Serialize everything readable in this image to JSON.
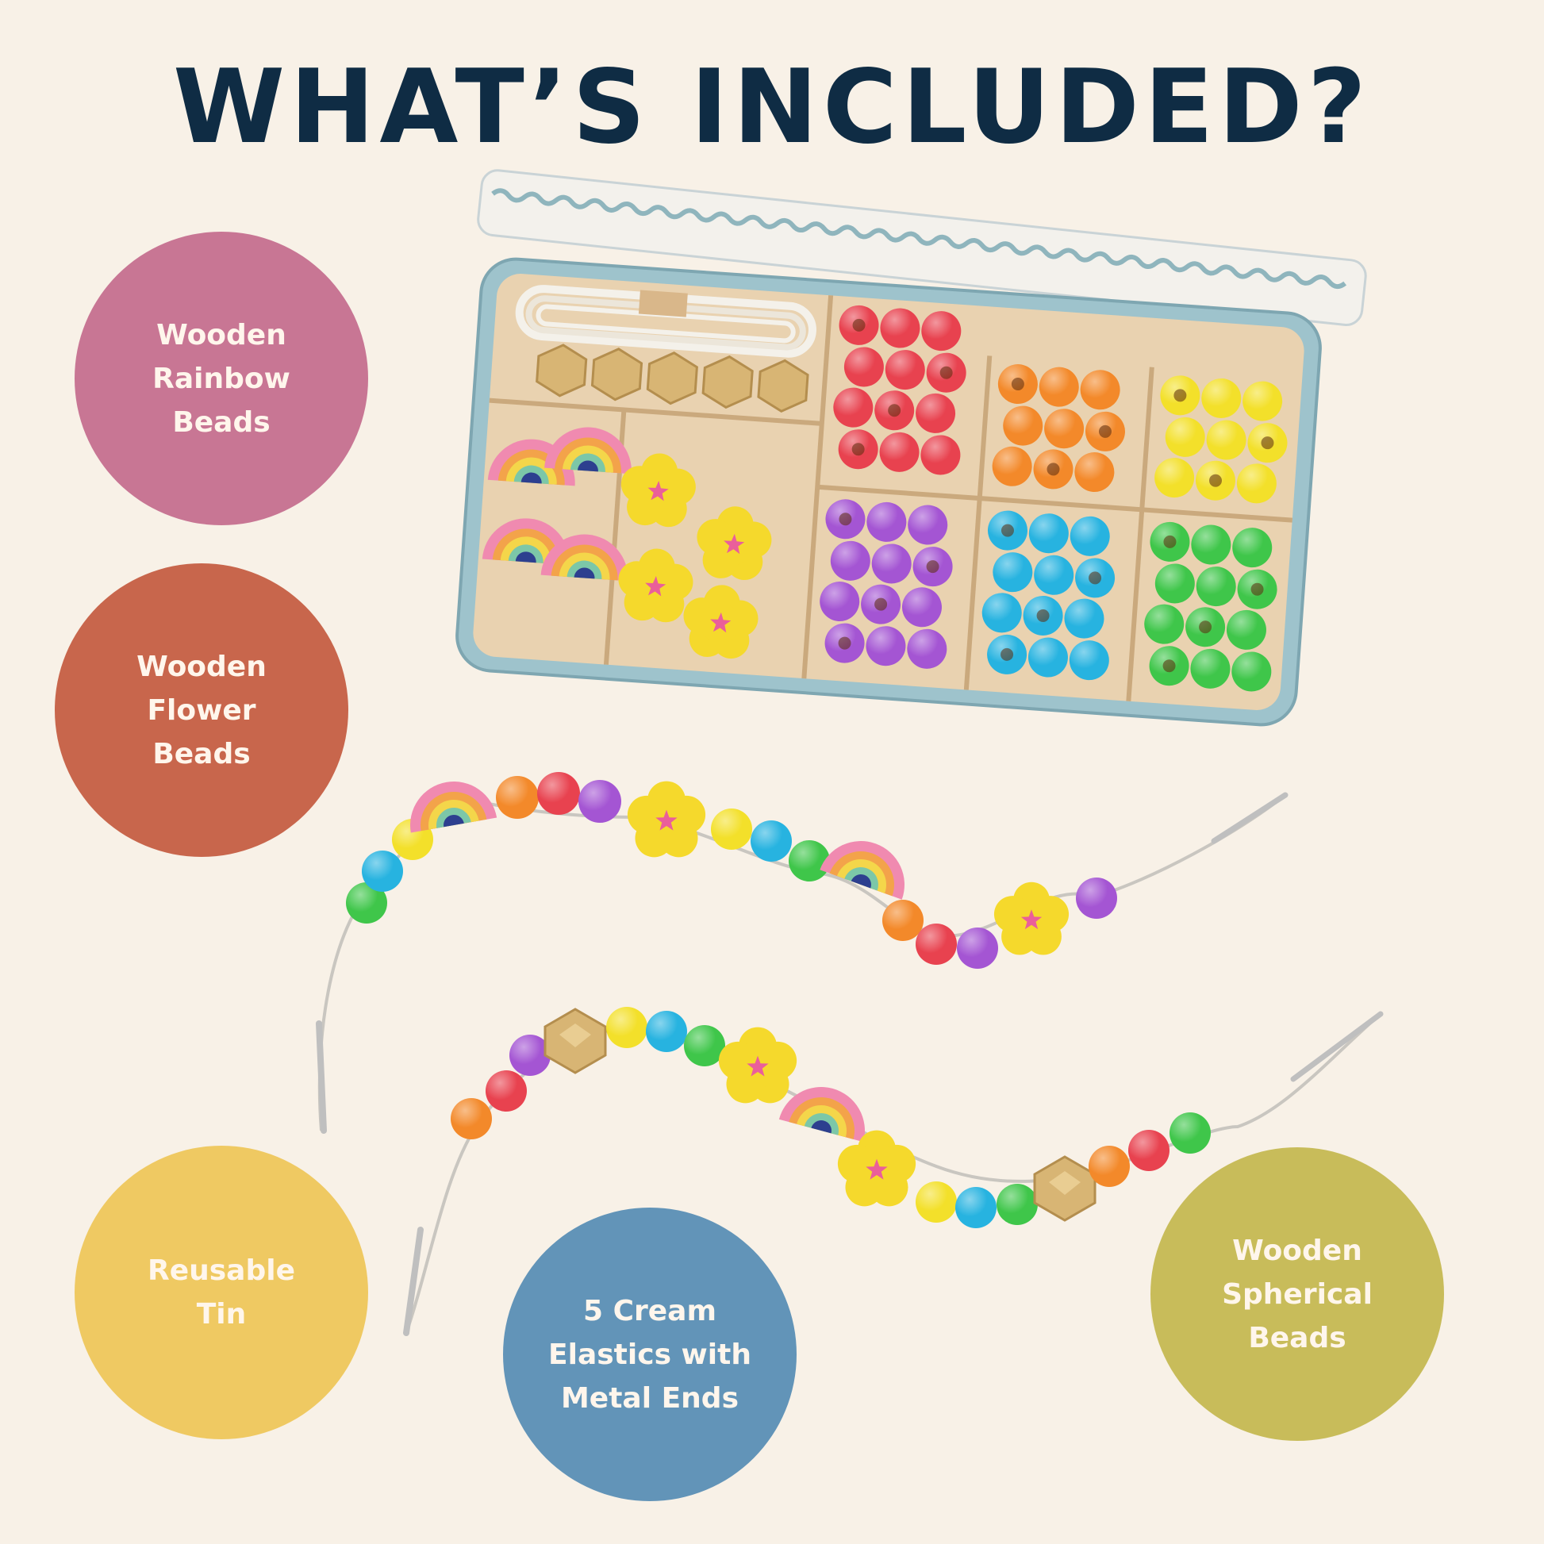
{
  "title": "WHAT’S INCLUDED?",
  "colors": {
    "background": "#f8f1e7",
    "title": "#0f2c44",
    "rainbow_circle": "#c87694",
    "flower_circle": "#c8664c",
    "tin_circle": "#efc962",
    "elastics_circle": "#6294b8",
    "spherical_circle": "#c8bc5a",
    "circle_text": "#fff6ec"
  },
  "features": {
    "rainbow_beads": [
      "Wooden",
      "Rainbow",
      "Beads"
    ],
    "flower_beads": [
      "Wooden",
      "Flower",
      "Beads"
    ],
    "reusable_tin": [
      "Reusable",
      "Tin"
    ],
    "elastics": [
      "5 Cream",
      "Elastics with",
      "Metal Ends"
    ],
    "spherical_beads": [
      "Wooden",
      "Spherical",
      "Beads"
    ]
  },
  "images": {
    "tin": "open-bead-tin",
    "strand_top": "beaded-elastic-strand",
    "strand_bottom": "beaded-elastic-strand"
  }
}
